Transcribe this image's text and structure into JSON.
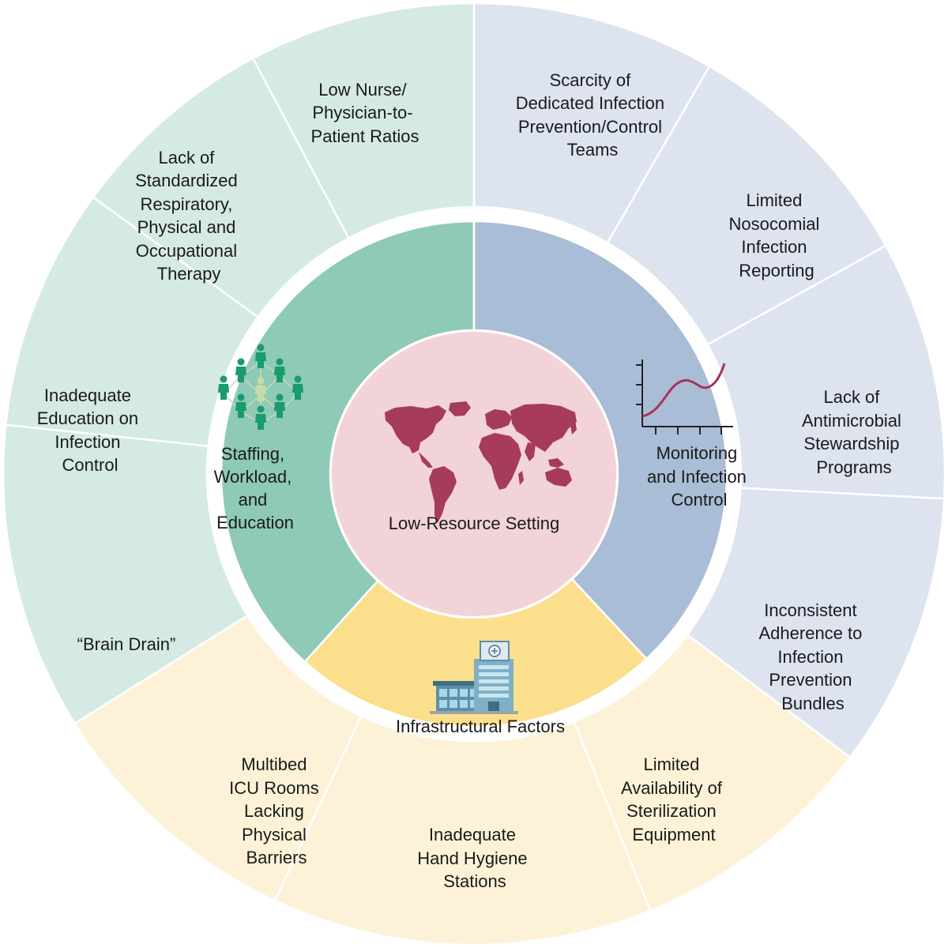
{
  "colors": {
    "staffing_outer": "#d5eae3",
    "staffing_inner": "#8ecab7",
    "monitoring_outer": "#dde3ef",
    "monitoring_inner": "#aabdd6",
    "infrastructure_outer": "#fdf2d7",
    "infrastructure_inner": "#fbdf8c",
    "center_fill": "#f2d3d8",
    "map_color": "#a63c5a",
    "curve_color": "#a8325a",
    "people_color": "#1a9b6f",
    "people_highlight": "#c9dca7",
    "divider": "#ffffff"
  },
  "center": {
    "label": "Low-Resource Setting",
    "icon": "world-map-icon"
  },
  "inner_segments": [
    {
      "id": "staffing",
      "lines": [
        "Staffing,",
        "Workload,",
        "and",
        "Education"
      ],
      "icon": "people-network-icon"
    },
    {
      "id": "monitoring",
      "lines": [
        "Monitoring",
        "and Infection",
        "Control"
      ],
      "icon": "trend-chart-icon"
    },
    {
      "id": "infrastructure",
      "lines": [
        "Infrastructural Factors"
      ],
      "icon": "hospital-building-icon"
    }
  ],
  "outer_segments": [
    {
      "group": "monitoring",
      "lines": [
        "Scarcity of",
        "Dedicated Infection",
        "Prevention/Control",
        "Teams"
      ]
    },
    {
      "group": "monitoring",
      "lines": [
        "Limited",
        "Nosocomial",
        "Infection",
        "Reporting"
      ]
    },
    {
      "group": "monitoring",
      "lines": [
        "Lack of",
        "Antimicrobial",
        "Stewardship",
        "Programs"
      ]
    },
    {
      "group": "monitoring",
      "lines": [
        "Inconsistent",
        "Adherence to",
        "Infection",
        "Prevention",
        "Bundles"
      ]
    },
    {
      "group": "infrastructure",
      "lines": [
        "Limited",
        "Availability of",
        "Sterilization",
        "Equipment"
      ]
    },
    {
      "group": "infrastructure",
      "lines": [
        "Inadequate",
        "Hand Hygiene",
        "Stations"
      ]
    },
    {
      "group": "infrastructure",
      "lines": [
        "Multibed",
        "ICU Rooms",
        "Lacking",
        "Physical",
        "Barriers"
      ]
    },
    {
      "group": "staffing",
      "lines": [
        "“Brain Drain”"
      ]
    },
    {
      "group": "staffing",
      "lines": [
        "Inadequate",
        "Education on",
        "Infection",
        "Control"
      ]
    },
    {
      "group": "staffing",
      "lines": [
        "Lack of",
        "Standardized",
        "Respiratory,",
        "Physical and",
        "Occupational",
        "Therapy"
      ]
    },
    {
      "group": "staffing",
      "lines": [
        "Low Nurse/",
        "Physician-to-",
        "Patient Ratios"
      ]
    }
  ]
}
